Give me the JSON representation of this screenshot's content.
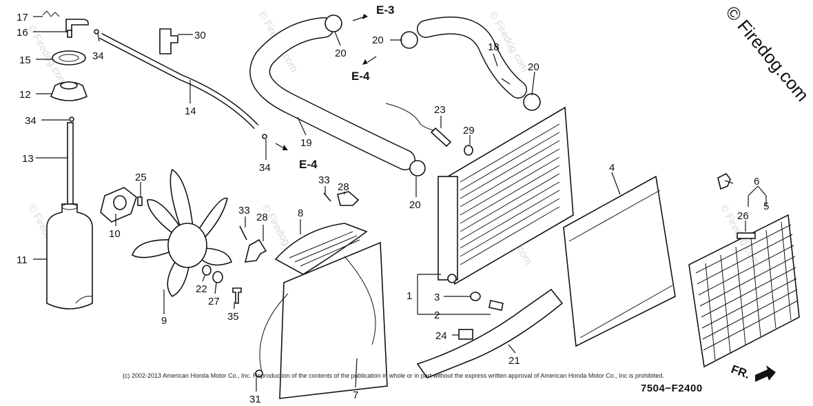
{
  "brand_watermark": "© Firedog.com",
  "faint_watermark": "© Firedog.com",
  "diagram_code": "7504−F2400",
  "copyright": "(c) 2002-2013 American Honda Motor Co., Inc. Reproduction of the contents of the publication in whole or in part without the express written approval of American Honda Motor Co., Inc is prohibited.",
  "direction_label": "FR.",
  "refs": {
    "e3": "E-3",
    "e4_top": "E-4",
    "e4_left": "E-4"
  },
  "callouts": {
    "c17": "17",
    "c16": "16",
    "c34a": "34",
    "c15": "15",
    "c12": "12",
    "c34b": "34",
    "c13": "13",
    "c11": "11",
    "c30": "30",
    "c14": "14",
    "c34c": "34",
    "c19": "19",
    "c20a": "20",
    "c20b": "20",
    "c18": "18",
    "c20c": "20",
    "c23": "23",
    "c29": "29",
    "c20d": "20",
    "c25": "25",
    "c10": "10",
    "c9": "9",
    "c33a": "33",
    "c28a": "28",
    "c33b": "33",
    "c28b": "28",
    "c8": "8",
    "c22": "22",
    "c27": "27",
    "c35": "35",
    "c7": "7",
    "c31": "31",
    "c4": "4",
    "c6": "6",
    "c5": "5",
    "c26": "26",
    "c1": "1",
    "c3": "3",
    "c2": "2",
    "c24": "24",
    "c21": "21"
  }
}
